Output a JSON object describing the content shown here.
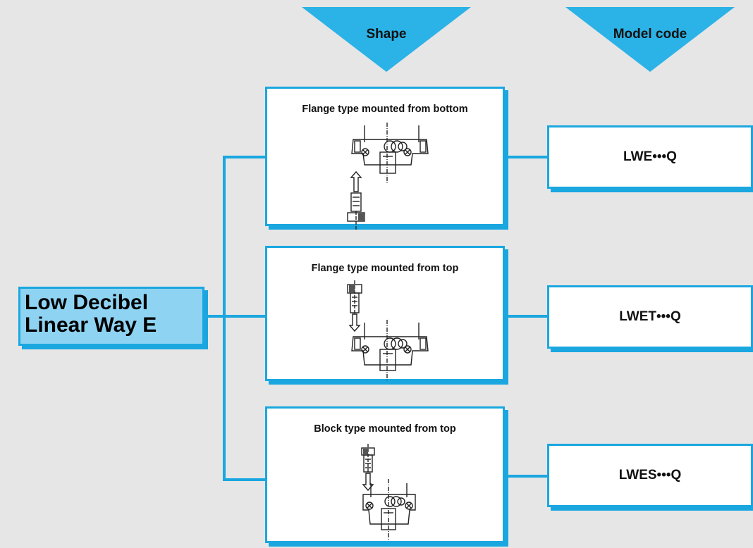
{
  "headers": {
    "shape": "Shape",
    "model_code": "Model code"
  },
  "root": {
    "line1": "Low Decibel",
    "line2": "Linear Way E"
  },
  "shapes": [
    {
      "title": "Flange type mounted from bottom",
      "code": "LWE•••Q"
    },
    {
      "title": "Flange type mounted from top",
      "code": "LWET•••Q"
    },
    {
      "title": "Block type mounted from top",
      "code": "LWES•••Q"
    }
  ],
  "colors": {
    "accent": "#1aa7e0",
    "label_fill": "#8fd3f2",
    "background": "#e6e6e6"
  }
}
